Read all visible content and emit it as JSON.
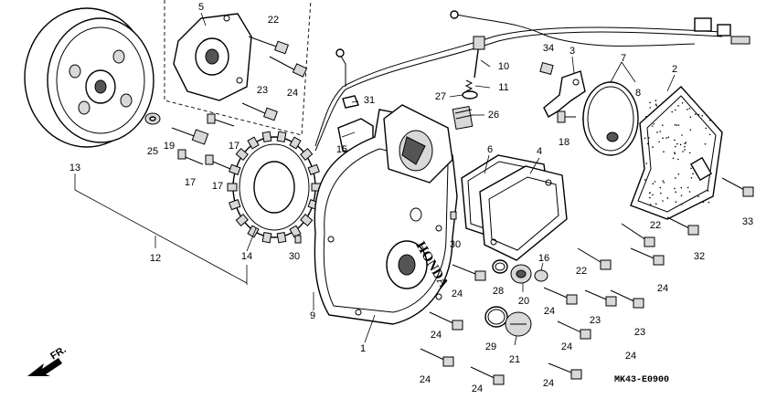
{
  "diagram": {
    "code": "MK43-E0900",
    "direction": "FR.",
    "cover_text": "HONDA"
  },
  "callouts": [
    {
      "id": "c1",
      "text": "1"
    },
    {
      "id": "c2",
      "text": "2"
    },
    {
      "id": "c3",
      "text": "3"
    },
    {
      "id": "c4",
      "text": "4"
    },
    {
      "id": "c5",
      "text": "5"
    },
    {
      "id": "c6",
      "text": "6"
    },
    {
      "id": "c7",
      "text": "7"
    },
    {
      "id": "c8",
      "text": "8"
    },
    {
      "id": "c9",
      "text": "9"
    },
    {
      "id": "c10",
      "text": "10"
    },
    {
      "id": "c11",
      "text": "11"
    },
    {
      "id": "c12",
      "text": "12"
    },
    {
      "id": "c13",
      "text": "13"
    },
    {
      "id": "c14",
      "text": "14"
    },
    {
      "id": "c15",
      "text": "15"
    },
    {
      "id": "c16",
      "text": "16"
    },
    {
      "id": "c17a",
      "text": "17"
    },
    {
      "id": "c17b",
      "text": "17"
    },
    {
      "id": "c17c",
      "text": "17"
    },
    {
      "id": "c18",
      "text": "18"
    },
    {
      "id": "c19",
      "text": "19"
    },
    {
      "id": "c20",
      "text": "20"
    },
    {
      "id": "c21",
      "text": "21"
    },
    {
      "id": "c22a",
      "text": "22"
    },
    {
      "id": "c22b",
      "text": "22"
    },
    {
      "id": "c22c",
      "text": "22"
    },
    {
      "id": "c23a",
      "text": "23"
    },
    {
      "id": "c23b",
      "text": "23"
    },
    {
      "id": "c23c",
      "text": "23"
    },
    {
      "id": "c24a",
      "text": "24"
    },
    {
      "id": "c24b",
      "text": "24"
    },
    {
      "id": "c24c",
      "text": "24"
    },
    {
      "id": "c24d",
      "text": "24"
    },
    {
      "id": "c24e",
      "text": "24"
    },
    {
      "id": "c24f",
      "text": "24"
    },
    {
      "id": "c24g",
      "text": "24"
    },
    {
      "id": "c24h",
      "text": "24"
    },
    {
      "id": "c24i",
      "text": "24"
    },
    {
      "id": "c24j",
      "text": "24"
    },
    {
      "id": "c25",
      "text": "25"
    },
    {
      "id": "c26",
      "text": "26"
    },
    {
      "id": "c27",
      "text": "27"
    },
    {
      "id": "c28",
      "text": "28"
    },
    {
      "id": "c29",
      "text": "29"
    },
    {
      "id": "c30a",
      "text": "30"
    },
    {
      "id": "c30b",
      "text": "30"
    },
    {
      "id": "c31",
      "text": "31"
    },
    {
      "id": "c32",
      "text": "32"
    },
    {
      "id": "c33",
      "text": "33"
    },
    {
      "id": "c34",
      "text": "34"
    }
  ]
}
